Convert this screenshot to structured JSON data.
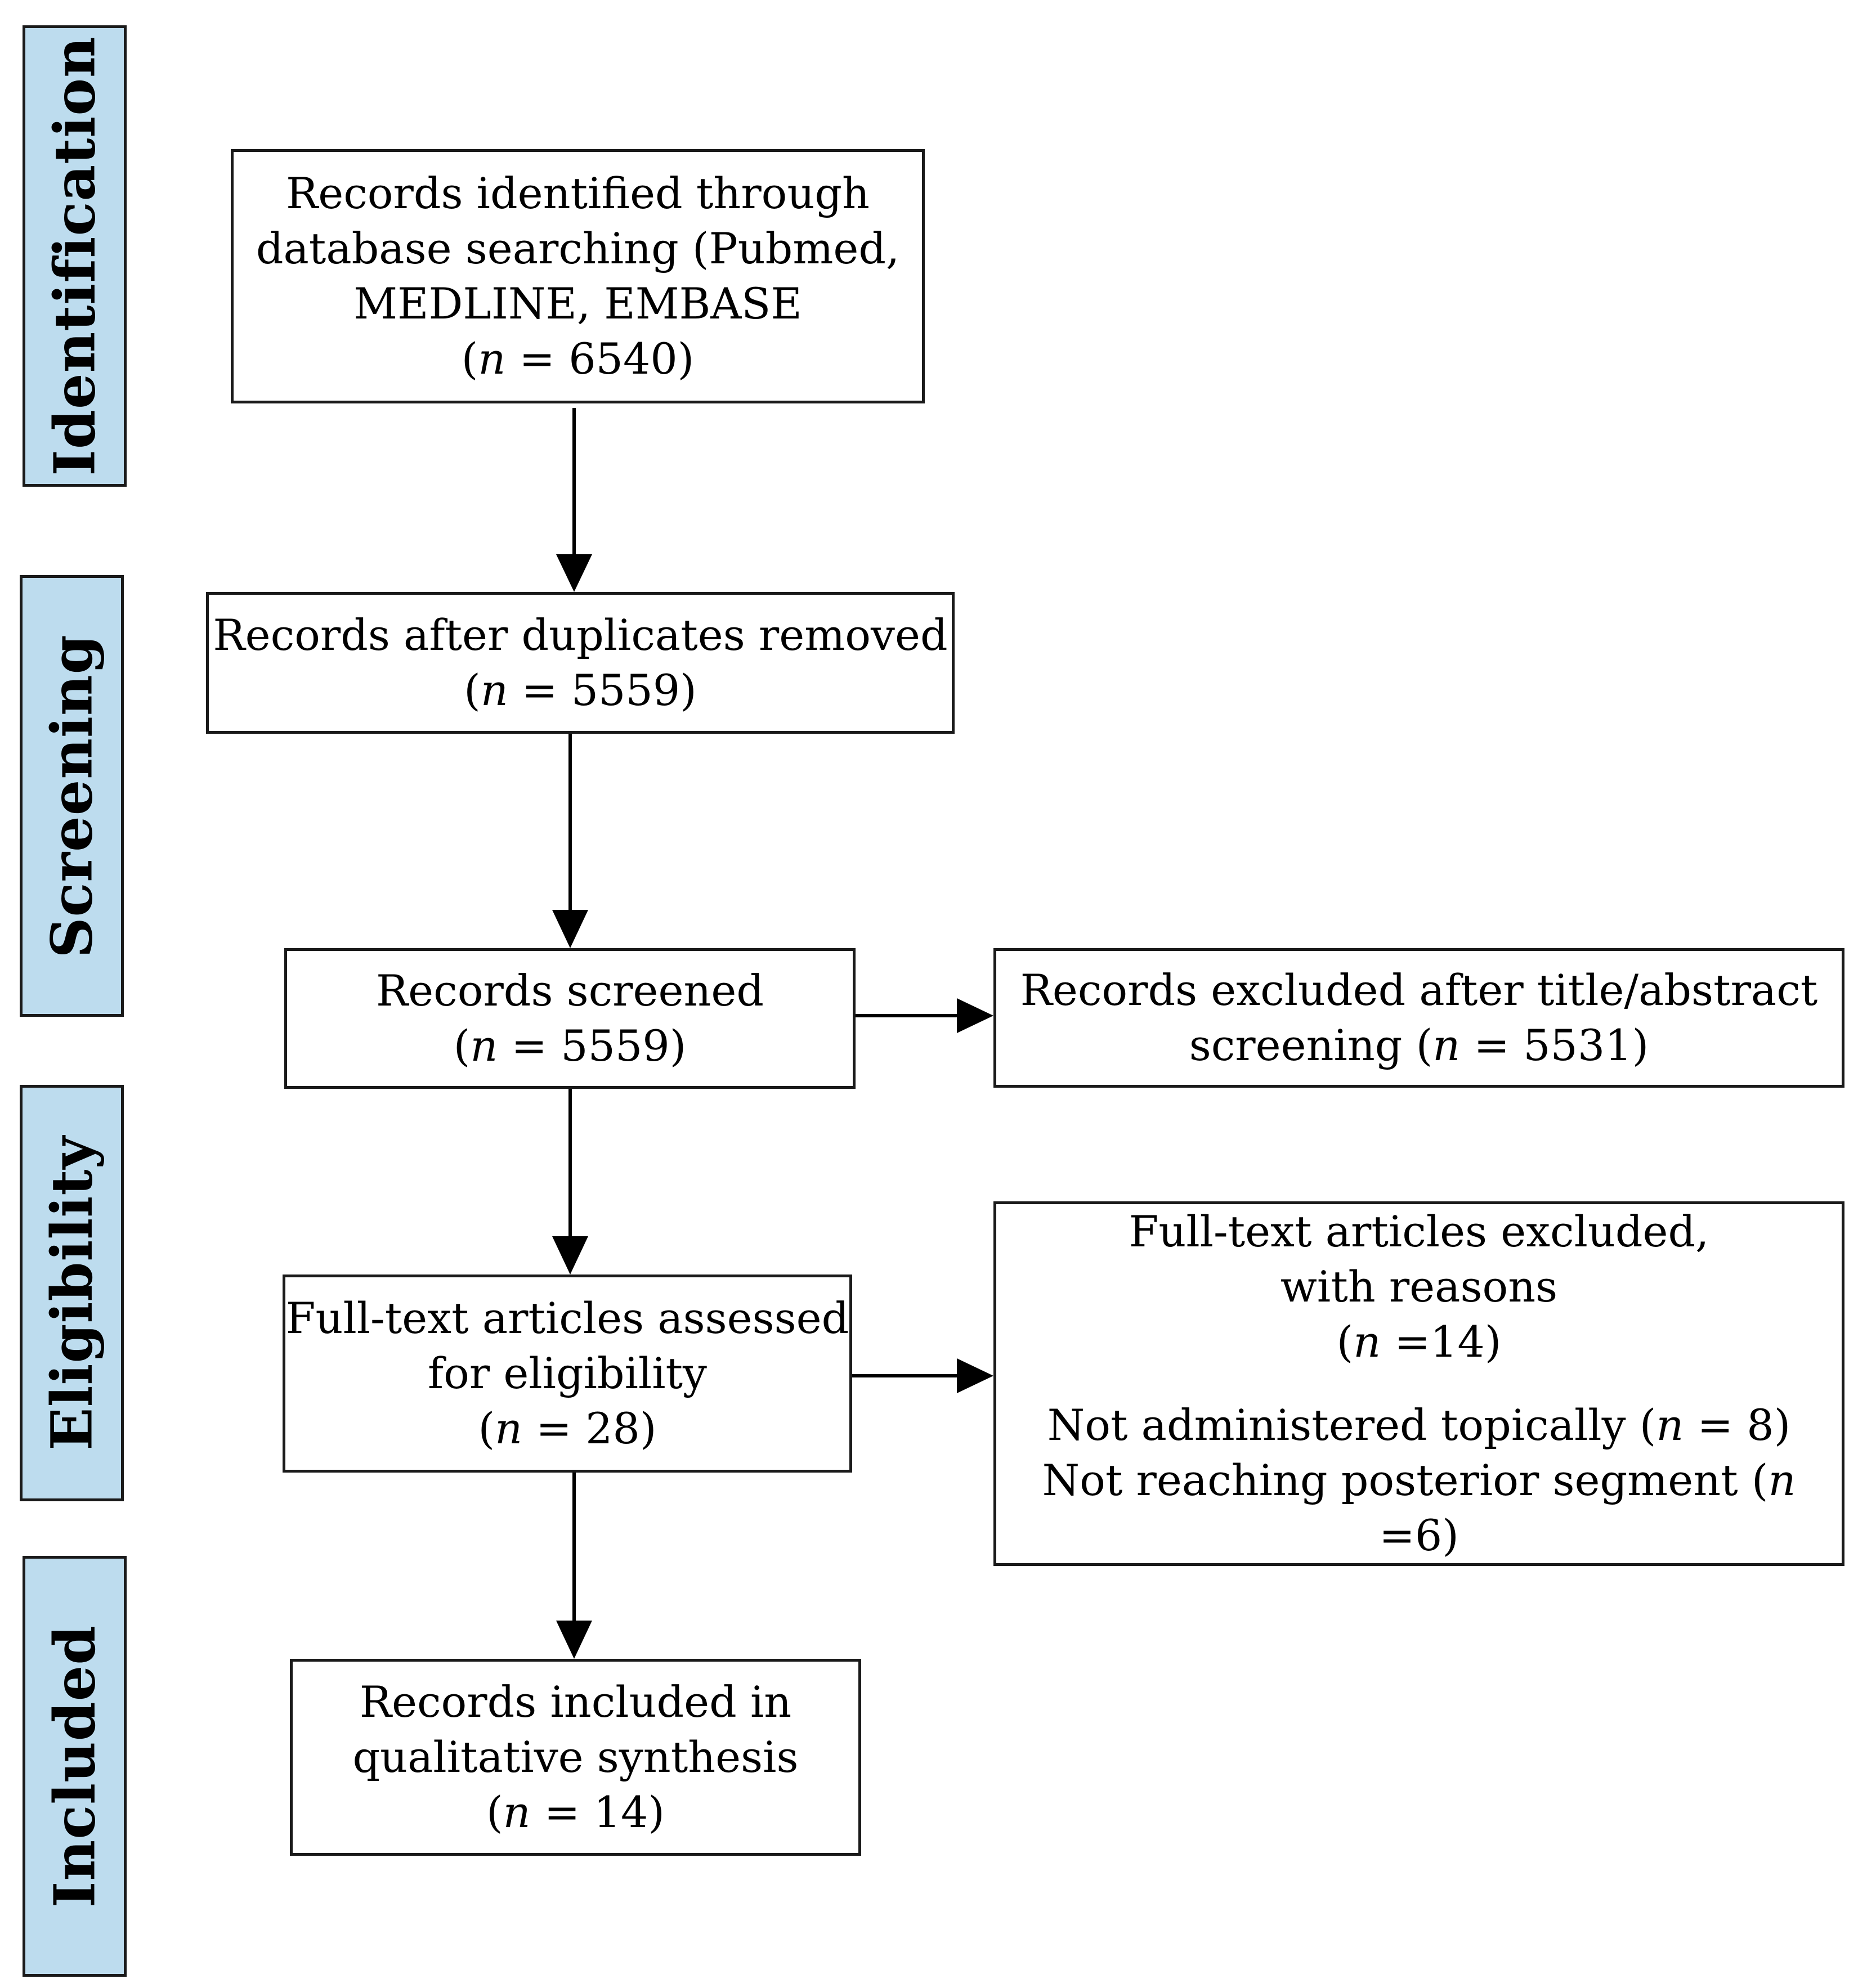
{
  "phases": {
    "identification": "Identification",
    "screening": "Screening",
    "eligibility": "Eligibility",
    "included": "Included"
  },
  "boxes": {
    "identified": {
      "line1": "Records identified through",
      "line2": "database searching (Pubmed,",
      "line3": "MEDLINE, EMBASE",
      "count_prefix": "(",
      "n": "n",
      "count_suffix": " = 6540)"
    },
    "duplicates_removed": {
      "line1": "Records after duplicates removed",
      "count_prefix": "(",
      "n": "n",
      "count_suffix": " = 5559)"
    },
    "screened": {
      "line1": "Records screened",
      "count_prefix": "(",
      "n": "n",
      "count_suffix": " = 5559)"
    },
    "excluded_title_abstract": {
      "line1": "Records excluded after title/abstract",
      "line2_prefix": "screening (",
      "n": "n",
      "count_suffix": " = 5531)"
    },
    "fulltext_assessed": {
      "line1": "Full-text articles assessed",
      "line2": "for eligibility",
      "count_prefix": "(",
      "n": "n",
      "count_suffix": " = 28)"
    },
    "fulltext_excluded": {
      "line1": "Full-text articles excluded,",
      "line2": "with reasons",
      "count_prefix": "(",
      "n": "n",
      "count_suffix": " =14)",
      "reason1_text": "Not administered topically (",
      "reason1_n": "n",
      "reason1_suffix": " = 8)",
      "reason2_text": "Not reaching posterior segment (",
      "reason2_n": "n",
      "reason2_suffix": " =6)"
    },
    "included": {
      "line1": "Records included in",
      "line2": "qualitative synthesis",
      "count_prefix": "(",
      "n": "n",
      "count_suffix": " = 14)"
    }
  }
}
